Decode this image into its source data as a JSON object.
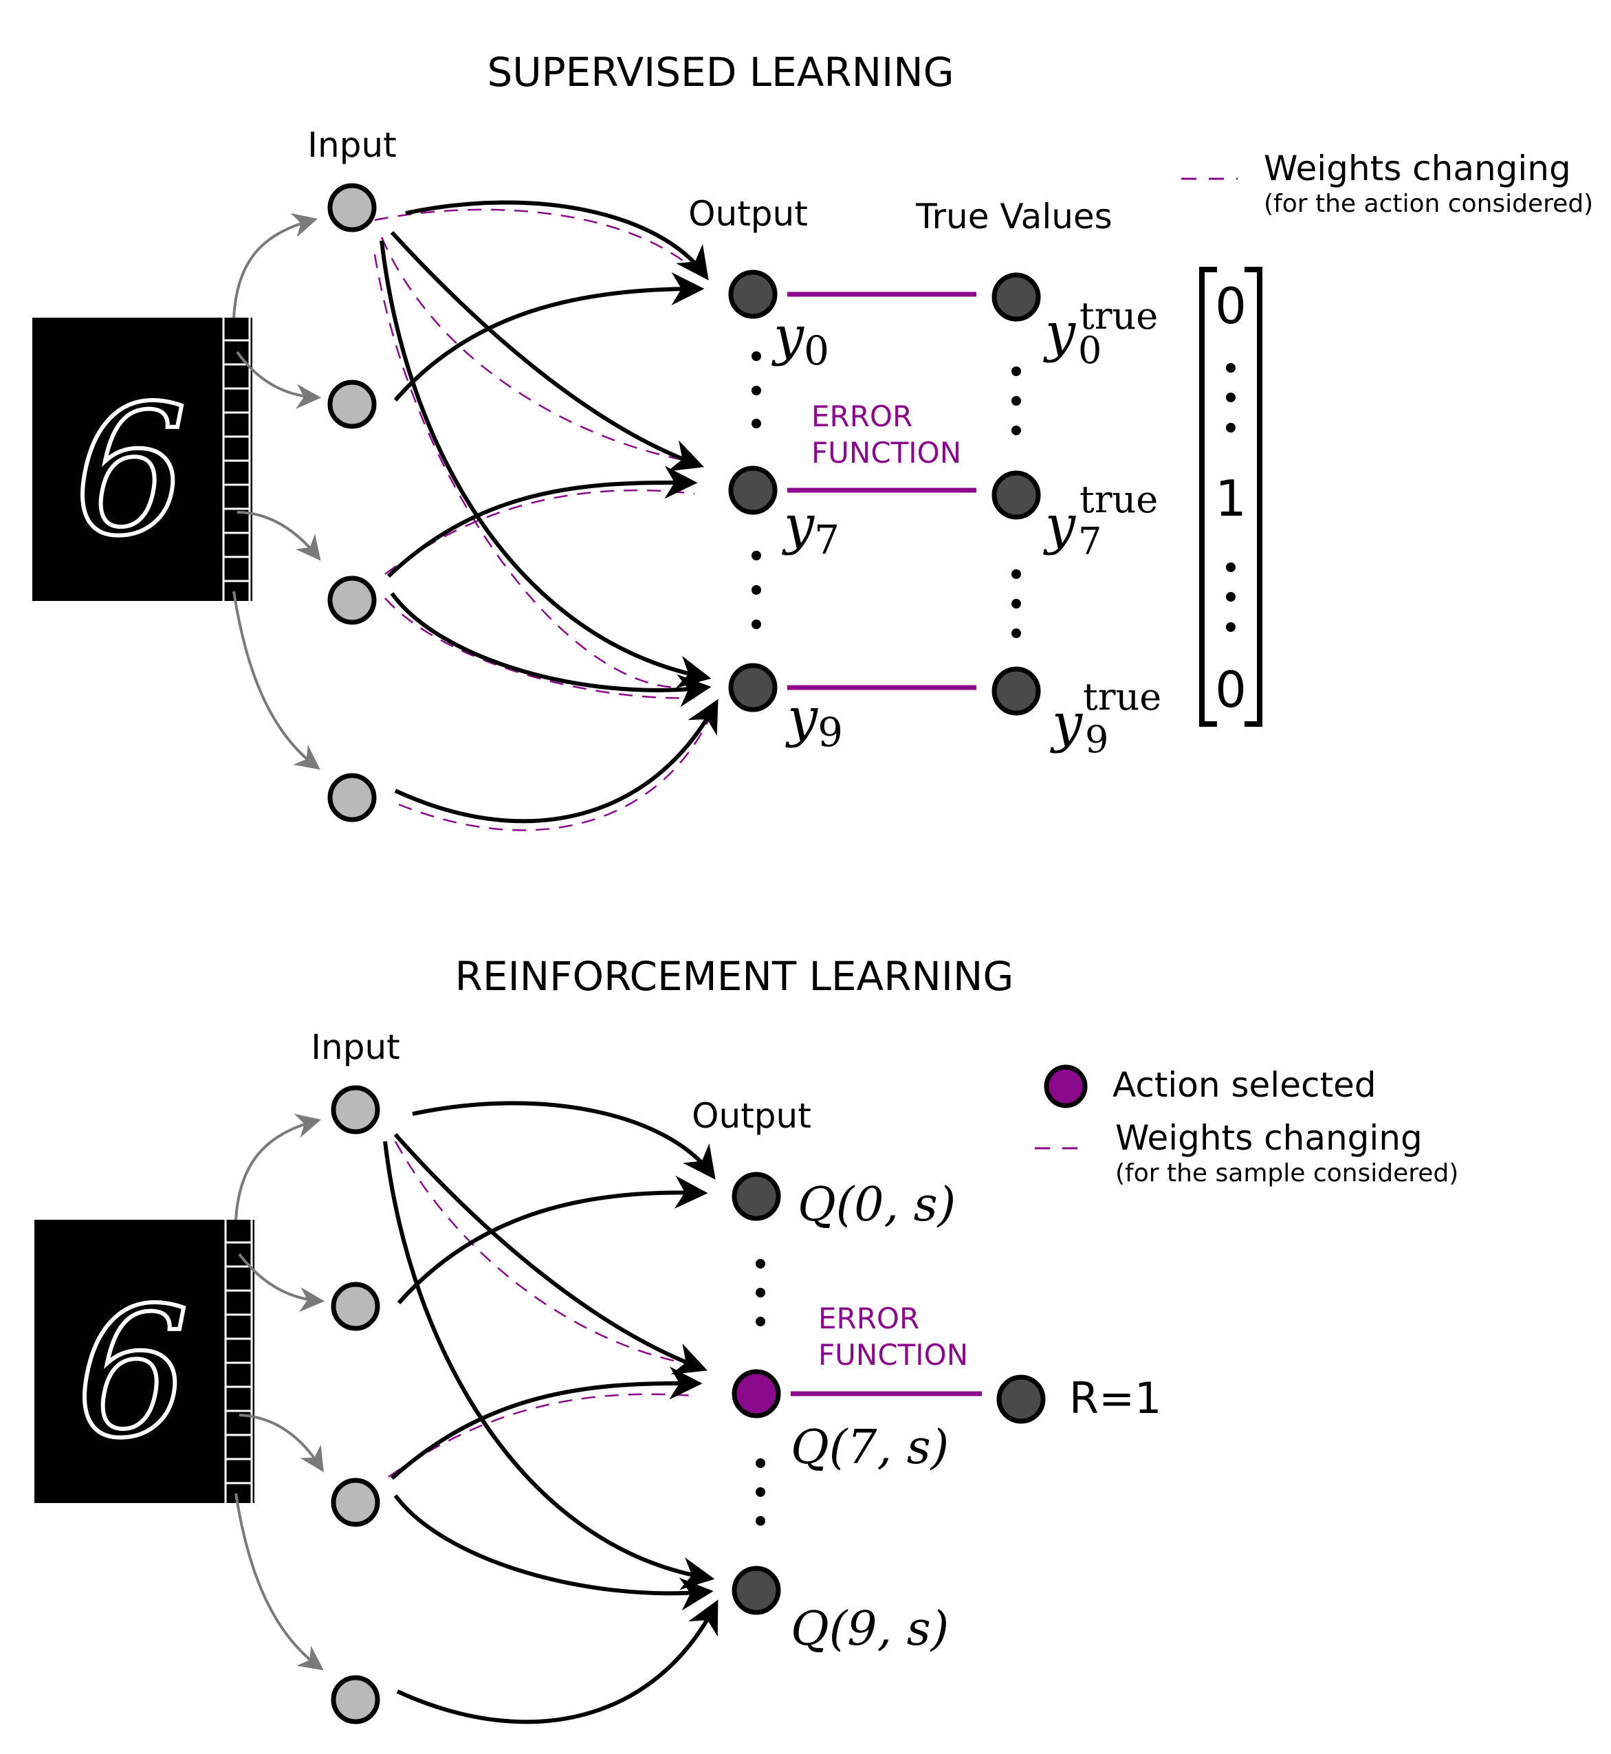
{
  "colors": {
    "accent": "#8b0a8b",
    "input_node": "#b9b9b9",
    "output_node": "#4a4a4a",
    "edge": "#000000",
    "feed_arrow": "#7a7a7a",
    "digit_background": "#000000",
    "digit_stroke": "#ffffff"
  },
  "supervised": {
    "title": "SUPERVISED LEARNING",
    "input_label": "Input",
    "output_label": "Output",
    "true_values_label": "True Values",
    "error_line1": "ERROR",
    "error_line2": "FUNCTION",
    "legend_title": "Weights changing",
    "legend_sub": "(for the action considered)",
    "outputs": [
      {
        "var": "y",
        "sub": "0"
      },
      {
        "var": "y",
        "sub": "7"
      },
      {
        "var": "y",
        "sub": "9"
      }
    ],
    "true_values": [
      {
        "var": "y",
        "sub": "0",
        "sup": "true"
      },
      {
        "var": "y",
        "sub": "7",
        "sup": "true"
      },
      {
        "var": "y",
        "sub": "9",
        "sup": "true"
      }
    ],
    "vector": [
      "0",
      "1",
      "0"
    ],
    "digit": "6"
  },
  "reinforcement": {
    "title": "REINFORCEMENT LEARNING",
    "input_label": "Input",
    "output_label": "Output",
    "error_line1": "ERROR",
    "error_line2": "FUNCTION",
    "legend_action": "Action selected",
    "legend_title": "Weights changing",
    "legend_sub": "(for the sample considered)",
    "outputs": [
      "Q(0, s)",
      "Q(7, s)",
      "Q(9, s)"
    ],
    "reward": "R=1",
    "digit": "6"
  }
}
